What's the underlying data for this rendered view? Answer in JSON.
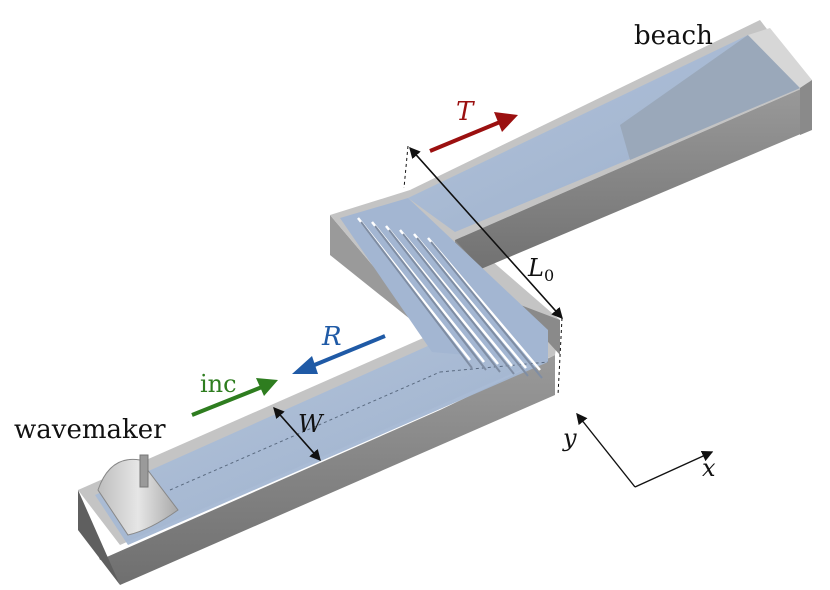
{
  "labels": {
    "beach": "beach",
    "wavemaker": "wavemaker",
    "incident": "inc",
    "reflected": "R",
    "transmitted": "T",
    "width": "W",
    "length_symbol": "L",
    "length_subscript": "0",
    "axis_x": "x",
    "axis_y": "y"
  },
  "colors": {
    "incident_arrow": "#2e7d1f",
    "reflected_arrow": "#1f5aa6",
    "transmitted_arrow": "#9b1010",
    "water": "#a9bcd6",
    "water_dark": "#8fa6c6",
    "wall_top": "#c8c8c8",
    "wall_side": "#8c8c8c",
    "wall_dark": "#6e6e6e"
  },
  "icons": [
    "wavemaker-paddle-icon",
    "beach-slope-icon",
    "vane-array-icon",
    "axis-arrows-icon"
  ]
}
